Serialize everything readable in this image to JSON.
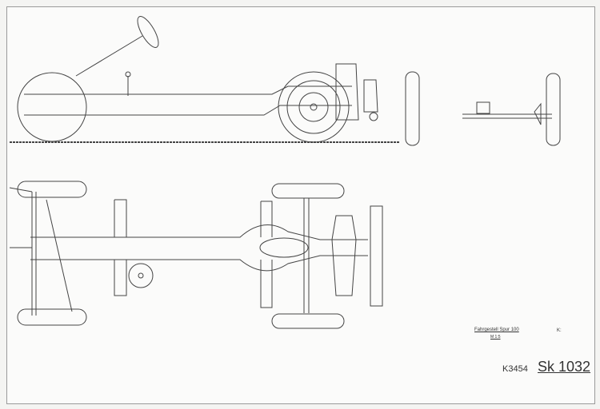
{
  "title_block": {
    "description": "Fahrgestell Spur 100",
    "scale": "M 1:5",
    "mark": "K:",
    "k_number": "K3454",
    "sketch_number": "Sk 1032"
  },
  "colors": {
    "ink": "#444444",
    "paper": "#fbfbfa"
  }
}
